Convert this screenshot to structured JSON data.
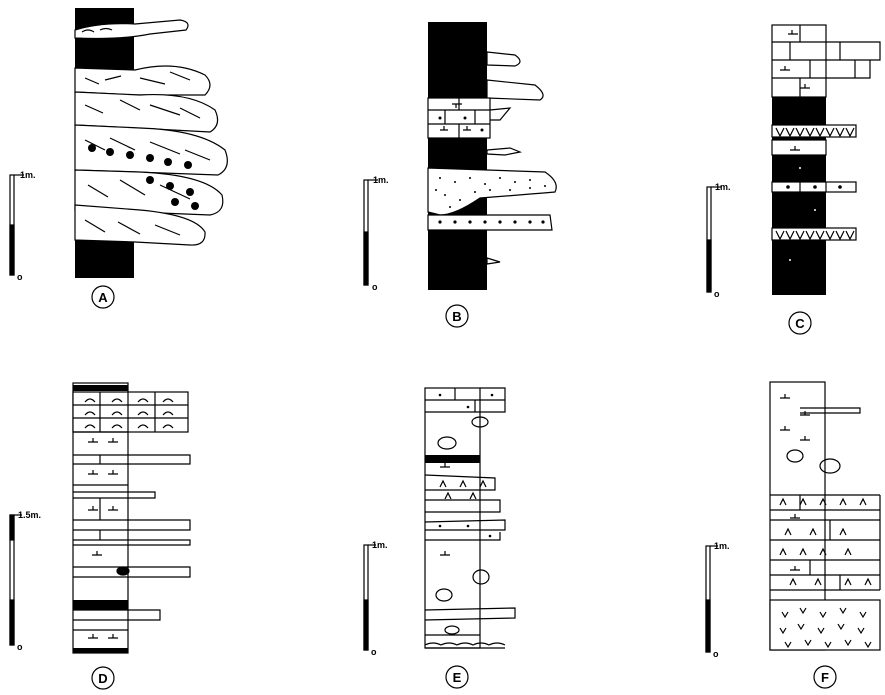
{
  "panels": [
    {
      "id": "A",
      "label": "A",
      "scale_top": "1m.",
      "scale_bottom": "o"
    },
    {
      "id": "B",
      "label": "B",
      "scale_top": "1m.",
      "scale_bottom": "o"
    },
    {
      "id": "C",
      "label": "C",
      "scale_top": "1m.",
      "scale_bottom": "o"
    },
    {
      "id": "D",
      "label": "D",
      "scale_top": "1.5m.",
      "scale_bottom": "o"
    },
    {
      "id": "E",
      "label": "E",
      "scale_top": "1m.",
      "scale_bottom": "o"
    },
    {
      "id": "F",
      "label": "F",
      "scale_top": "1m.",
      "scale_bottom": "o"
    }
  ],
  "colors": {
    "ink": "#000000",
    "paper": "#ffffff"
  }
}
